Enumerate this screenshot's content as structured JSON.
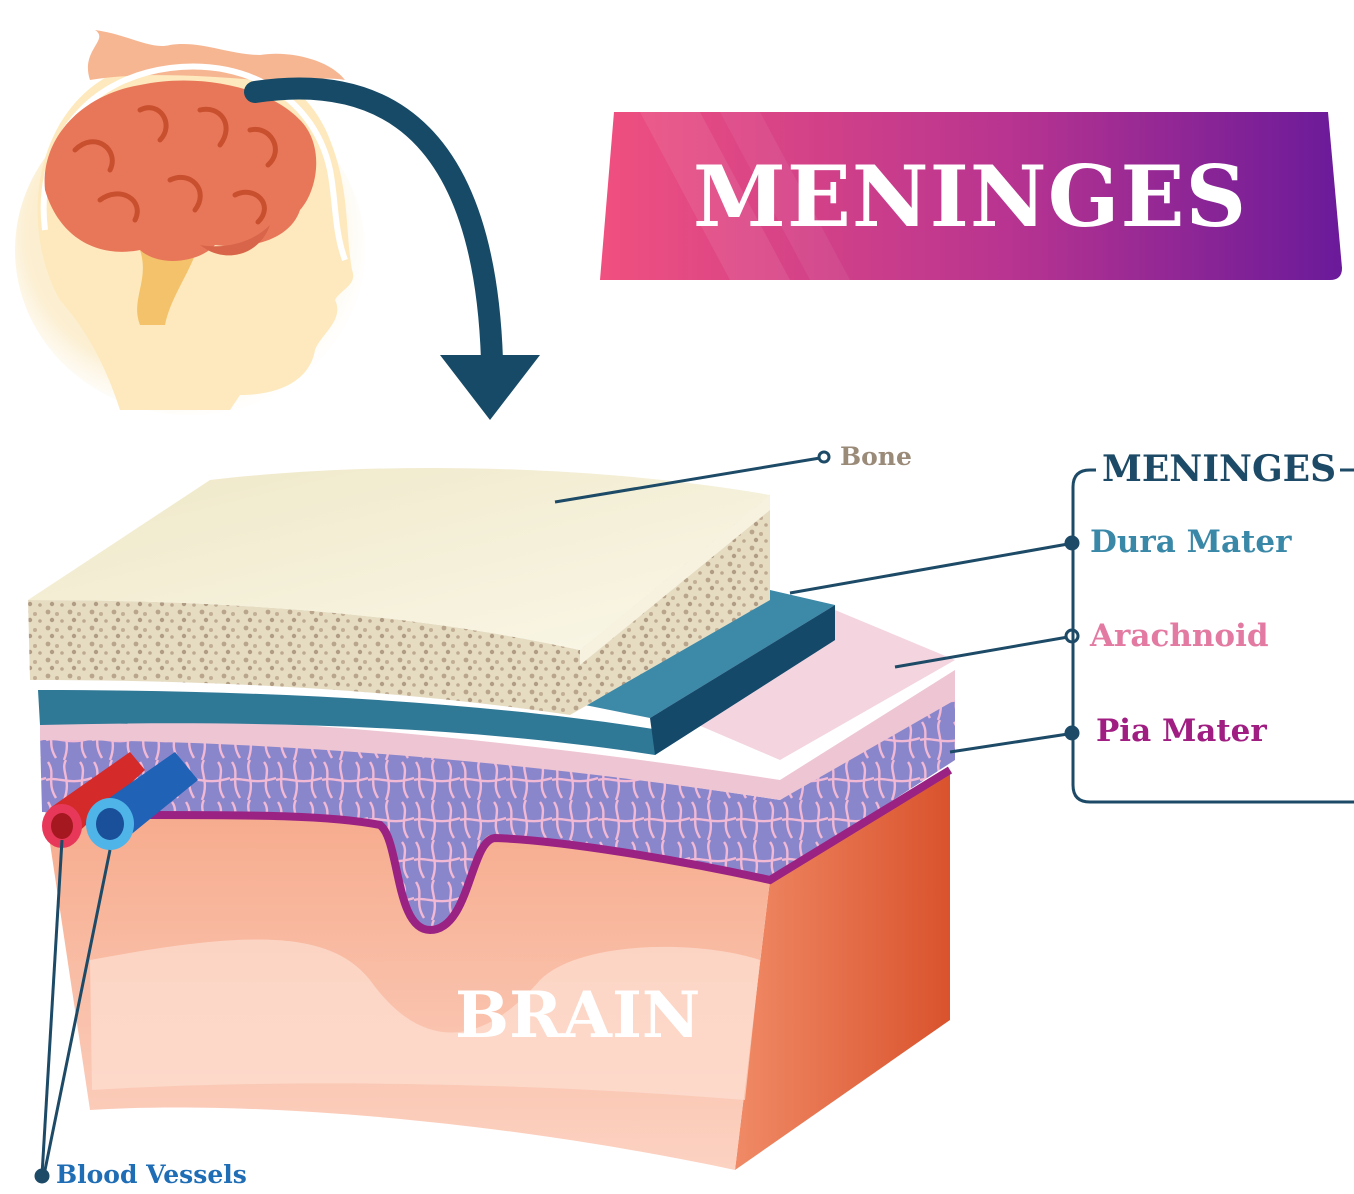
{
  "title": "MENINGES",
  "labels": {
    "bone": "Bone",
    "meninges_group": "MENINGES",
    "dura_mater": "Dura Mater",
    "arachnoid": "Arachnoid",
    "pia_mater": "Pia Mater",
    "brain": "BRAIN",
    "blood_vessels": "Blood Vessels"
  },
  "colors": {
    "banner_start": "#f0507f",
    "banner_end": "#6a1a9a",
    "arrow": "#164a66",
    "bone_top": "#f2eccf",
    "dura": "#2f7896",
    "arachnoid": "#eec5d3",
    "subarachnoid": "#8a86cc",
    "pia": "#9a2283",
    "brain": "#f7b79c",
    "artery": "#d42a2a",
    "vein": "#1f62b6"
  }
}
